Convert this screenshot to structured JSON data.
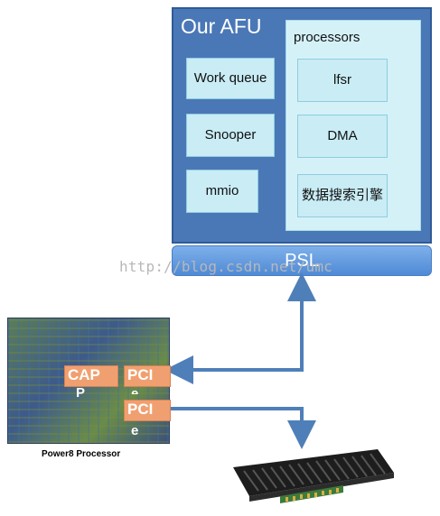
{
  "afu": {
    "title": "Our AFU",
    "work_queue": "Work queue",
    "snooper": "Snooper",
    "mmio": "mmio",
    "processors_label": "processors",
    "lfsr": "lfsr",
    "dma": "DMA",
    "search_engine": "数据搜索引擎"
  },
  "psl_label": "PSL",
  "watermark": "http://blog.csdn.net/umc",
  "chip": {
    "capp_label": "CAP",
    "capp_sub": "P",
    "pcie_top_label": "PCI",
    "pcie_top_sub": "e",
    "pcie_bottom_label": "PCI",
    "pcie_bottom_sub": "e",
    "caption": "Power8 Processor"
  },
  "colors": {
    "afu_bg": "#4a78b6",
    "box_bg": "#c9ecf5",
    "psl_bg": "#5b93dc",
    "arrow": "#4f7fb8",
    "port_bg": "#f0a070"
  }
}
